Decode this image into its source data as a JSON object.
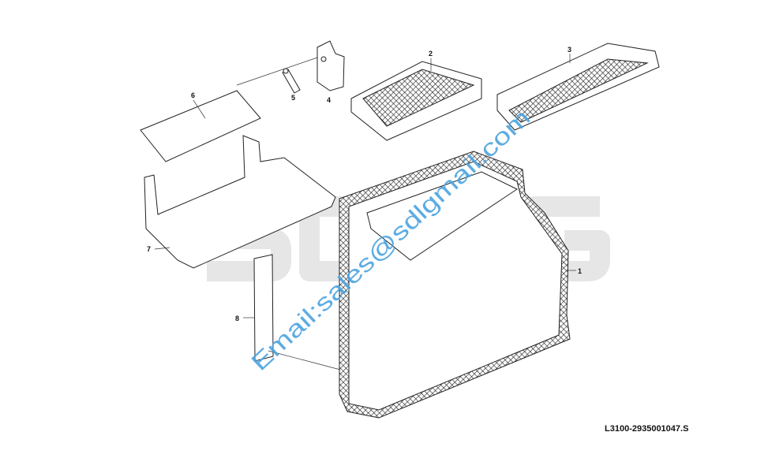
{
  "logo_watermark": "SDLG",
  "email_watermark": "Email:sales@sdlgmail.com",
  "reference_code": "L3100-2935001047.S",
  "callouts": [
    "1",
    "2",
    "3",
    "4",
    "5",
    "6",
    "7",
    "8"
  ],
  "colors": {
    "watermark_blue": "#4aa3e0",
    "logo_gray": "#e6e6e6",
    "line": "#222222"
  }
}
